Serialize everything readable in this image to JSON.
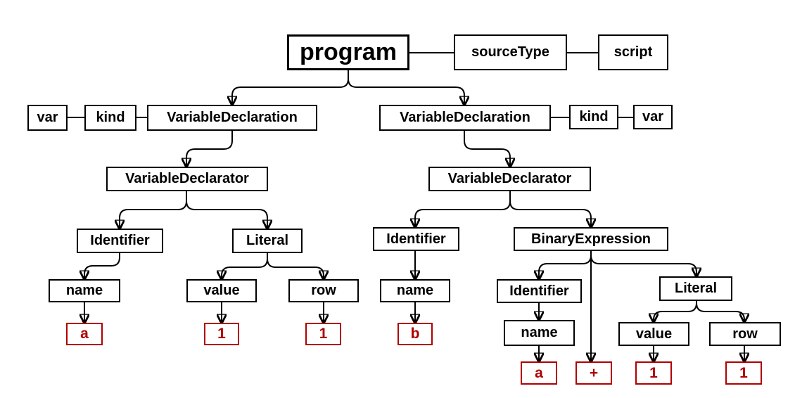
{
  "program": {
    "label": "program",
    "source_type_key": "sourceType",
    "source_type_value": "script"
  },
  "left": {
    "declaration": "VariableDeclaration",
    "kind_key": "kind",
    "kind_value": "var",
    "declarator": "VariableDeclarator",
    "id": {
      "type": "Identifier",
      "prop": "name",
      "value": "a"
    },
    "init": {
      "type": "Literal",
      "value_prop": "value",
      "value": "1",
      "row_prop": "row",
      "row": "1"
    }
  },
  "right": {
    "declaration": "VariableDeclaration",
    "kind_key": "kind",
    "kind_value": "var",
    "declarator": "VariableDeclarator",
    "id": {
      "type": "Identifier",
      "prop": "name",
      "value": "b"
    },
    "init": {
      "type": "BinaryExpression",
      "operator": "+",
      "left": {
        "type": "Identifier",
        "prop": "name",
        "value": "a"
      },
      "right": {
        "type": "Literal",
        "value_prop": "value",
        "value": "1",
        "row_prop": "row",
        "row": "1"
      }
    }
  },
  "colors": {
    "line": "#000000",
    "leaf_value": "#b00000",
    "background": "#ffffff"
  }
}
